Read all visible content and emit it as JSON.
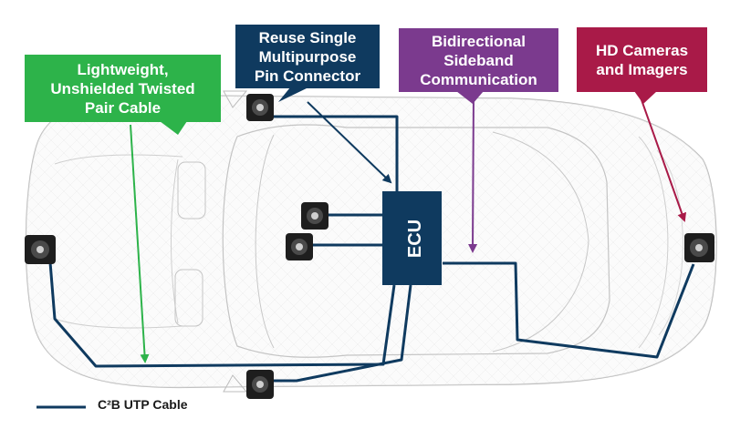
{
  "callouts": {
    "cable": [
      "Lightweight,",
      "Unshielded Twisted",
      "Pair Cable"
    ],
    "connector": [
      "Reuse Single",
      "Multipurpose",
      "Pin Connector"
    ],
    "sideband": [
      "Bidirectional",
      "Sideband",
      "Communication"
    ],
    "cameras": [
      "HD Cameras",
      "and Imagers"
    ]
  },
  "ecu_label": "ECU",
  "legend": {
    "label": "C²B UTP Cable"
  },
  "colors": {
    "cable": "#0f3a5f",
    "green": "#2db34a",
    "navy": "#0f3a5f",
    "purple": "#7b3a8e",
    "red": "#a91a48"
  }
}
